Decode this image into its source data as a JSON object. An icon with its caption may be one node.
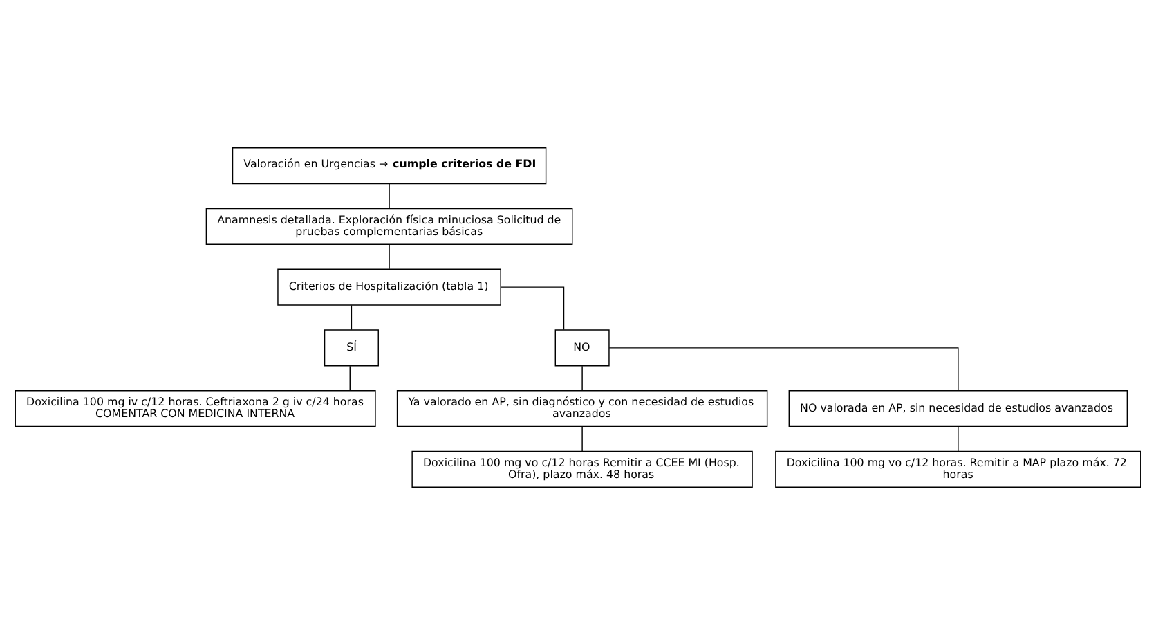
{
  "diagram": {
    "nodes": [
      {
        "text": [
          "Valoración en Urgencias → **cumple criterios de FDI**"
        ]
      },
      {
        "text": [
          "Anamnesis detallada. Exploración física minuciosa Solicitud de pruebas complementarias básicas"
        ]
      },
      {
        "text": [
          "Criterios de Hospitalización (tabla 1)"
        ]
      },
      {
        "text": [
          "SÍ"
        ]
      },
      {
        "text": [
          "Doxicilina 100 mg iv c/12 horas. Ceftriaxona 2 g iv c/24 horas COMENTAR CON MEDICINA INTERNA"
        ]
      },
      {
        "text": [
          "NO"
        ]
      },
      {
        "text": [
          "Ya valorado en AP, sin diagnóstico y con necesidad de estudios avanzados"
        ]
      },
      {
        "text": [
          "Doxicilina 100 mg vo c/12 horas Remitir a CCEE MI (Hosp. Ofra), plazo máx. 48 horas"
        ]
      },
      {
        "text": [
          "NO valorada en AP, sin necesidad de estudios avanzados"
        ]
      },
      {
        "text": [
          "Doxicilina 100 mg vo c/12 horas. Remitir a MAP plazo máx. 72 horas"
        ]
      }
    ],
    "edges": [
      {
        "from": 0,
        "to": 1,
        "arrow": "none"
      },
      {
        "from": 1,
        "to": 2,
        "arrow": "none"
      },
      {
        "from": 2,
        "to": 3,
        "arrow": "none"
      },
      {
        "from": 2,
        "to": 5,
        "arrow": "none"
      },
      {
        "from": 3,
        "to": 4,
        "arrow": "none"
      },
      {
        "from": 5,
        "to": 6,
        "arrow": "none"
      },
      {
        "from": 6,
        "to": 7,
        "arrow": "none"
      },
      {
        "from": 5,
        "to": 8,
        "arrow": "none"
      },
      {
        "from": 8,
        "to": 9,
        "arrow": "none"
      }
    ]
  }
}
